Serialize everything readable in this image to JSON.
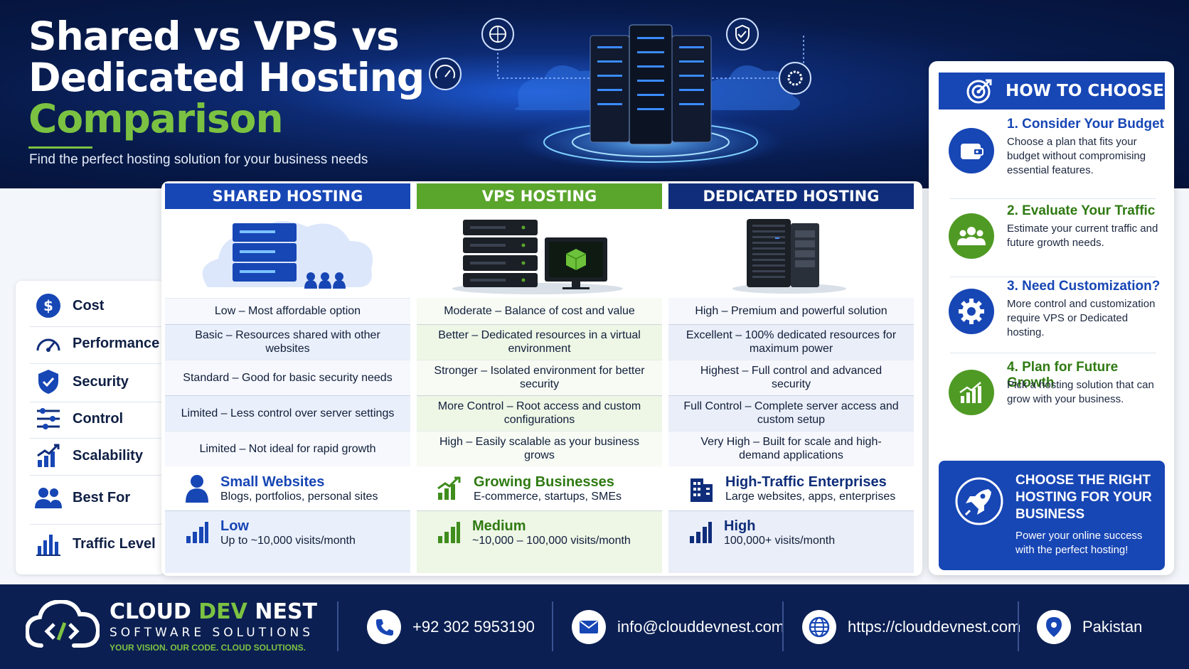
{
  "hero": {
    "title_line1": "Shared vs VPS vs",
    "title_line2": "Dedicated Hosting",
    "title_line3": "Comparison",
    "subtitle": "Find the perfect hosting solution for your business needs"
  },
  "row_labels": [
    {
      "label": "Cost",
      "icon": "dollar-icon"
    },
    {
      "label": "Performance",
      "icon": "gauge-icon"
    },
    {
      "label": "Security",
      "icon": "shield-icon"
    },
    {
      "label": "Control",
      "icon": "sliders-icon"
    },
    {
      "label": "Scalability",
      "icon": "growth-chart-icon"
    },
    {
      "label": "Best For",
      "icon": "users-icon"
    },
    {
      "label": "Traffic Level",
      "icon": "bar-chart-icon"
    }
  ],
  "columns": [
    {
      "title": "SHARED HOSTING",
      "cost": "Low – Most affordable option",
      "performance": "Basic – Resources shared with other websites",
      "security": "Standard – Good for basic security needs",
      "control": "Limited – Less control over server settings",
      "scalability": "Limited – Not ideal for rapid growth",
      "best_for_title": "Small Websites",
      "best_for_desc": "Blogs, portfolios, personal sites",
      "traffic_title": "Low",
      "traffic_desc": "Up to ~10,000 visits/month"
    },
    {
      "title": "VPS HOSTING",
      "cost": "Moderate – Balance of cost and value",
      "performance": "Better – Dedicated resources in a virtual environment",
      "security": "Stronger – Isolated environment for better security",
      "control": "More Control – Root access and custom configurations",
      "scalability": "High – Easily scalable as your business grows",
      "best_for_title": "Growing Businesses",
      "best_for_desc": "E-commerce, startups, SMEs",
      "traffic_title": "Medium",
      "traffic_desc": "~10,000 – 100,000 visits/month"
    },
    {
      "title": "DEDICATED HOSTING",
      "cost": "High – Premium and powerful solution",
      "performance": "Excellent – 100% dedicated resources for maximum power",
      "security": "Highest – Full control and advanced security",
      "control": "Full Control – Complete server access and custom setup",
      "scalability": "Very High – Built for scale and high-demand applications",
      "best_for_title": "High-Traffic Enterprises",
      "best_for_desc": "Large websites, apps, enterprises",
      "traffic_title": "High",
      "traffic_desc": "100,000+ visits/month"
    }
  ],
  "how_to_choose": {
    "title": "HOW TO CHOOSE",
    "steps": [
      {
        "title": "1. Consider Your Budget",
        "desc": "Choose a plan that fits your budget without compromising essential features.",
        "icon": "wallet-icon"
      },
      {
        "title": "2. Evaluate Your Traffic",
        "desc": "Estimate your current traffic and future growth needs.",
        "icon": "users-icon"
      },
      {
        "title": "3. Need Customization?",
        "desc": "More control and customization require VPS or Dedicated hosting.",
        "icon": "gear-icon"
      },
      {
        "title": "4. Plan for Future Growth",
        "desc": "Pick a hosting solution that can grow with your business.",
        "icon": "growth-chart-icon"
      }
    ],
    "cta_title": "CHOOSE THE RIGHT HOSTING FOR YOUR BUSINESS",
    "cta_desc": "Power your online success with the perfect hosting!"
  },
  "footer": {
    "brand_a": "CLOUD ",
    "brand_b": "DEV",
    "brand_c": " NEST",
    "brand_sub": "SOFTWARE SOLUTIONS",
    "tagline": "YOUR VISION. OUR CODE. CLOUD SOLUTIONS.",
    "phone": "+92 302 5953190",
    "email": "info@clouddevnest.com",
    "website": "https://clouddevnest.com",
    "location": "Pakistan"
  },
  "colors": {
    "navy": "#0b1f52",
    "blue": "#1746b5",
    "green": "#5aa52c",
    "accent_green": "#7cc242"
  }
}
